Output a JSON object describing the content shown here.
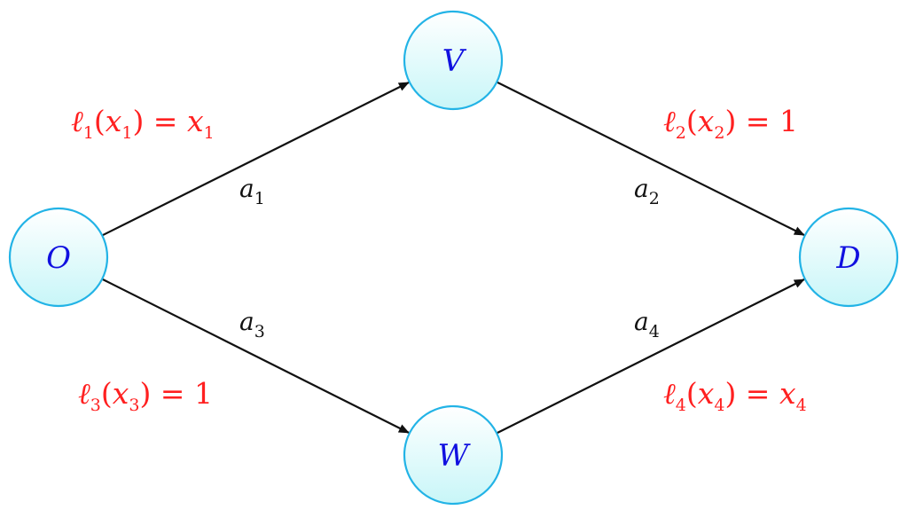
{
  "colors": {
    "node_fill_top": "#ffffff",
    "node_fill_bottom": "#c8f6f8",
    "node_stroke": "#22b3e6",
    "node_text": "#1010e0",
    "edge": "#111111",
    "latency_text": "#ff2020"
  },
  "nodes": [
    {
      "id": "O",
      "label": "O"
    },
    {
      "id": "V",
      "label": "V"
    },
    {
      "id": "W",
      "label": "W"
    },
    {
      "id": "D",
      "label": "D"
    }
  ],
  "edges": [
    {
      "id": "a1",
      "from": "O",
      "to": "V",
      "label": "a",
      "label_sub": "1"
    },
    {
      "id": "a2",
      "from": "V",
      "to": "D",
      "label": "a",
      "label_sub": "2"
    },
    {
      "id": "a3",
      "from": "O",
      "to": "W",
      "label": "a",
      "label_sub": "3"
    },
    {
      "id": "a4",
      "from": "W",
      "to": "D",
      "label": "a",
      "label_sub": "4"
    }
  ],
  "latencies": [
    {
      "edge": "a1",
      "parts": [
        [
          "ℓ",
          "it"
        ],
        [
          "1",
          "sub"
        ],
        [
          "(",
          ""
        ],
        [
          "x",
          "it"
        ],
        [
          "1",
          "sub"
        ],
        [
          ") = ",
          ""
        ],
        [
          "x",
          "it"
        ],
        [
          "1",
          "sub"
        ]
      ]
    },
    {
      "edge": "a2",
      "parts": [
        [
          "ℓ",
          "it"
        ],
        [
          "2",
          "sub"
        ],
        [
          "(",
          ""
        ],
        [
          "x",
          "it"
        ],
        [
          "2",
          "sub"
        ],
        [
          ") = 1",
          ""
        ]
      ]
    },
    {
      "edge": "a3",
      "parts": [
        [
          "ℓ",
          "it"
        ],
        [
          "3",
          "sub"
        ],
        [
          "(",
          ""
        ],
        [
          "x",
          "it"
        ],
        [
          "3",
          "sub"
        ],
        [
          ") = 1",
          ""
        ]
      ]
    },
    {
      "edge": "a4",
      "parts": [
        [
          "ℓ",
          "it"
        ],
        [
          "4",
          "sub"
        ],
        [
          "(",
          ""
        ],
        [
          "x",
          "it"
        ],
        [
          "4",
          "sub"
        ],
        [
          ") = ",
          ""
        ],
        [
          "x",
          "it"
        ],
        [
          "4",
          "sub"
        ]
      ]
    }
  ]
}
